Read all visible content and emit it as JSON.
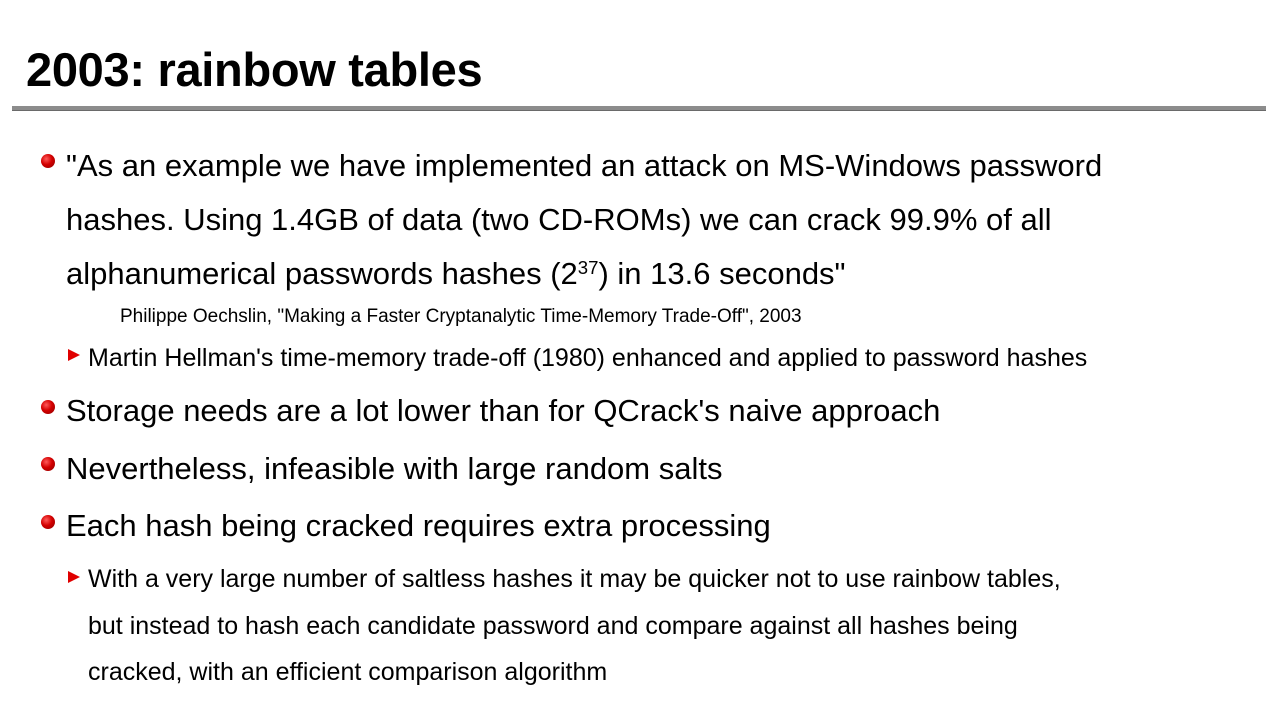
{
  "slide": {
    "title": "2003: rainbow tables"
  },
  "quote": {
    "line1": "\"As an example we have implemented an attack on MS-Windows password",
    "line2": "hashes. Using 1.4GB of data (two CD-ROMs) we can crack 99.9% of all",
    "line3_before": "alphanumerical passwords hashes (2",
    "line3_exponent": "37",
    "line3_after": ") in 13.6 seconds\"",
    "citation": "Philippe Oechslin, \"Making a Faster Cryptanalytic Time-Memory Trade-Off\", 2003"
  },
  "sub_hellman": "Martin Hellman's time-memory trade-off (1980) enhanced and applied to password hashes",
  "bullets": {
    "storage": "Storage needs are a lot lower than for QCrack's naive approach",
    "salts": "Nevertheless, infeasible with large random salts",
    "processing": "Each hash being cracked requires extra processing"
  },
  "sub_saltless": {
    "line1": "With a very large number of saltless hashes it may be quicker not to use rainbow tables,",
    "line2": "but instead to hash each candidate password and compare against all hashes being",
    "line3": "cracked, with an efficient comparison algorithm"
  },
  "colors": {
    "bullet_red": "#d40000",
    "arrow_red": "#e00000",
    "rule_gray": "#8c8c8c"
  }
}
